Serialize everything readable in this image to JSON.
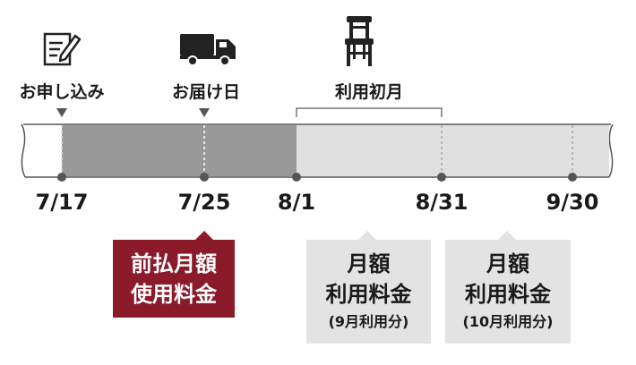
{
  "events": {
    "application": {
      "label": "お申し込み",
      "icon": "form-pencil-icon"
    },
    "delivery": {
      "label": "お届け日",
      "icon": "delivery-truck-icon"
    },
    "first_month": {
      "label": "利用初月",
      "icon": "chair-icon"
    }
  },
  "dates": [
    "7/17",
    "7/25",
    "8/1",
    "8/31",
    "9/30"
  ],
  "boxes": {
    "prepay": {
      "line1": "前払月額",
      "line2": "使用料金"
    },
    "sept": {
      "line1": "月額",
      "line2": "利用料金",
      "sub": "(9月利用分)"
    },
    "oct": {
      "line1": "月額",
      "line2": "利用料金",
      "sub": "(10月利用分)"
    }
  },
  "colors": {
    "prepay_box": "#8b1a2b",
    "paid_band": "#999999",
    "future_band": "#e0e0e0",
    "monthly_box": "#e3e3e3",
    "marker": "#555555"
  }
}
